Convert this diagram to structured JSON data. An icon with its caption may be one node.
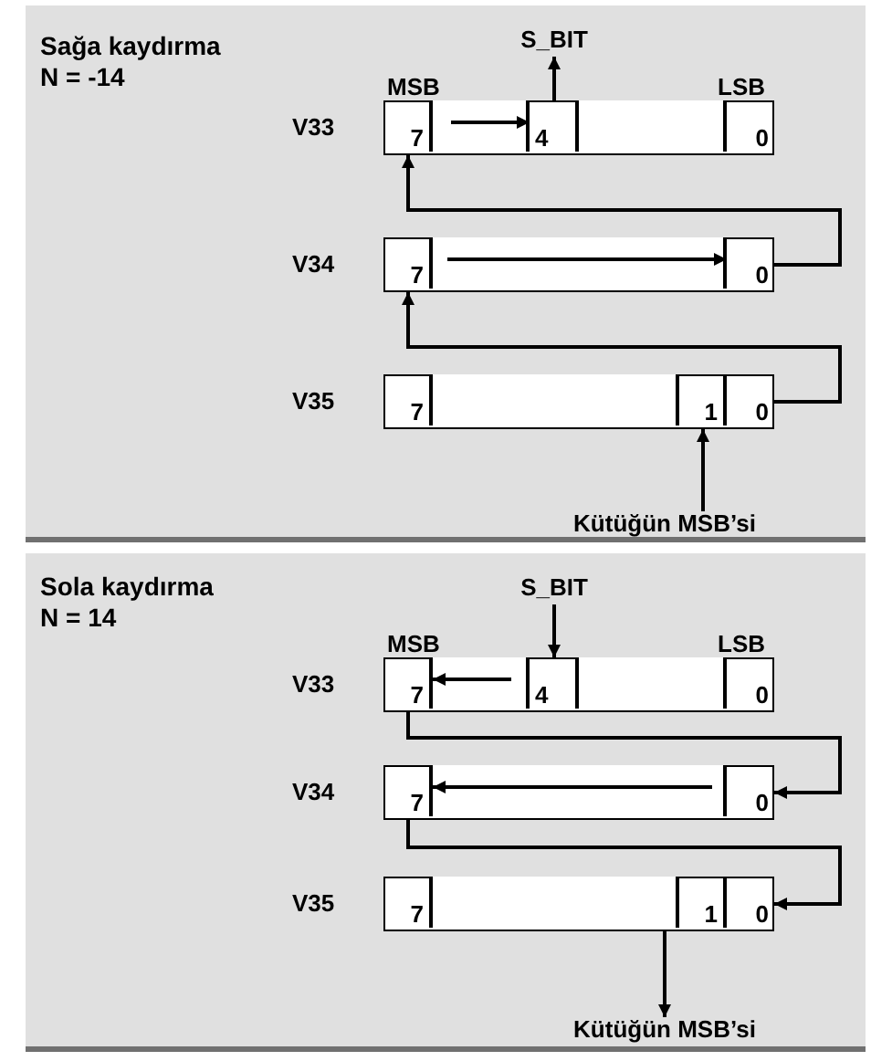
{
  "diagram": {
    "nodes": [
      {
        "text": [
          "Sağa kaydırma",
          "N = -14"
        ]
      },
      {
        "text": [
          "S_BIT"
        ],
        "in": 0
      },
      {
        "text": [],
        "shape": "box",
        "beside": [
          "V33"
        ],
        "in": 0
      },
      {
        "text": [
          "7"
        ],
        "in": 2
      },
      {
        "text": [],
        "shape": "box",
        "in": 2
      },
      {
        "text": [
          "4"
        ],
        "in": 2
      },
      {
        "text": [],
        "shape": "box",
        "in": 2
      },
      {
        "text": [
          "0"
        ],
        "in": 2
      },
      {
        "text": [],
        "shape": "box",
        "beside": [
          "V34"
        ],
        "in": 0
      },
      {
        "text": [
          "7"
        ],
        "in": 8
      },
      {
        "text": [],
        "shape": "box",
        "in": 8
      },
      {
        "text": [
          "0"
        ],
        "in": 8
      },
      {
        "text": [],
        "shape": "box",
        "beside": [
          "V35"
        ],
        "in": 0
      },
      {
        "text": [
          "7"
        ],
        "in": 12
      },
      {
        "text": [],
        "shape": "box",
        "in": 12
      },
      {
        "text": [
          "1"
        ],
        "in": 12
      },
      {
        "text": [
          "0"
        ],
        "in": 12
      },
      {
        "text": [
          "Kütüğün MSB’si"
        ],
        "in": 0
      },
      {
        "text": [
          "Sola kaydırma",
          "N = 14"
        ]
      },
      {
        "text": [
          "S_BIT"
        ],
        "in": 18
      },
      {
        "text": [],
        "shape": "box",
        "beside": [
          "V33"
        ],
        "in": 18
      },
      {
        "text": [
          "7"
        ],
        "in": 20
      },
      {
        "text": [],
        "shape": "box",
        "in": 20
      },
      {
        "text": [
          "4"
        ],
        "in": 20
      },
      {
        "text": [],
        "shape": "box",
        "in": 20
      },
      {
        "text": [
          "0"
        ],
        "in": 20
      },
      {
        "text": [],
        "shape": "box",
        "beside": [
          "V34"
        ],
        "in": 18
      },
      {
        "text": [
          "7"
        ],
        "in": 26
      },
      {
        "text": [],
        "shape": "box",
        "in": 26
      },
      {
        "text": [
          "0"
        ],
        "in": 26
      },
      {
        "text": [],
        "shape": "box",
        "beside": [
          "V35"
        ],
        "in": 18
      },
      {
        "text": [
          "7"
        ],
        "in": 30
      },
      {
        "text": [],
        "shape": "box",
        "in": 30
      },
      {
        "text": [
          "1"
        ],
        "in": 30
      },
      {
        "text": [
          "0"
        ],
        "in": 30
      },
      {
        "text": [
          "Kütüğün MSB’si"
        ],
        "in": 18
      }
    ],
    "edges": [
      {
        "from": 4,
        "to": 5,
        "arrow": "to"
      },
      {
        "from": 10,
        "to": 11,
        "arrow": "to"
      },
      {
        "from": 22,
        "to": 21,
        "arrow": "to"
      },
      {
        "from": 28,
        "to": 27,
        "arrow": "to"
      },
      {
        "from": 5,
        "to": 1,
        "arrow": "to"
      },
      {
        "from": 11,
        "to": 3,
        "arrow": "to"
      },
      {
        "from": 16,
        "to": 9,
        "arrow": "to"
      },
      {
        "from": 17,
        "to": 15,
        "arrow": "to"
      },
      {
        "from": 19,
        "to": 23,
        "arrow": "to"
      },
      {
        "from": 21,
        "to": 29,
        "arrow": "to"
      },
      {
        "from": 27,
        "to": 34,
        "arrow": "to"
      },
      {
        "from": 33,
        "to": 35,
        "arrow": "to"
      }
    ],
    "labels": [
      "MSB",
      "LSB",
      "MSB",
      "LSB"
    ]
  }
}
